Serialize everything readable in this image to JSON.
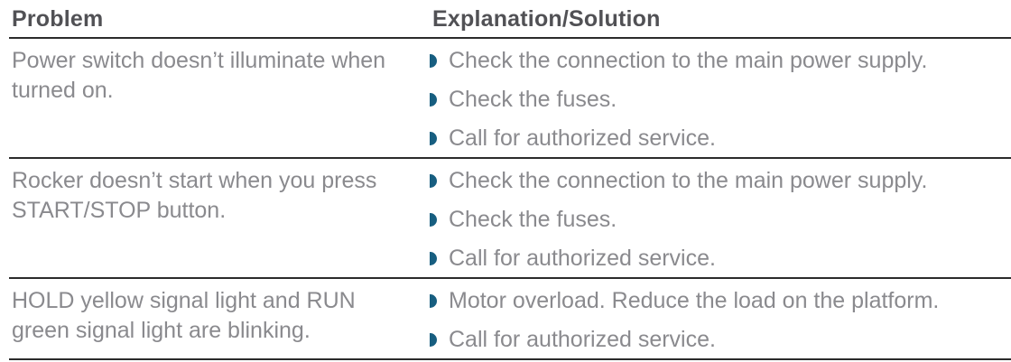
{
  "table": {
    "headers": {
      "problem": "Problem",
      "solution": "Explanation/Solution"
    },
    "rows": [
      {
        "problem": "Power switch doesn’t illuminate when turned on.",
        "solutions": [
          "Check the connection to the main power supply.",
          "Check the fuses.",
          "Call for authorized service."
        ]
      },
      {
        "problem": "Rocker doesn’t start when you press START/STOP button.",
        "solutions": [
          "Check the connection to the main power supply.",
          "Check the fuses.",
          "Call for authorized service."
        ]
      },
      {
        "problem": "HOLD yellow signal light and RUN green signal light are blinking.",
        "solutions": [
          "Motor overload. Reduce the load on the platform.",
          "Call for authorized service."
        ]
      }
    ],
    "colors": {
      "header_text": "#515155",
      "body_text": "#8a8a8e",
      "bullet": "#175e80",
      "rule": "#2b2b2b"
    },
    "bullet_icon": "right-half-circle-bullet-icon"
  }
}
